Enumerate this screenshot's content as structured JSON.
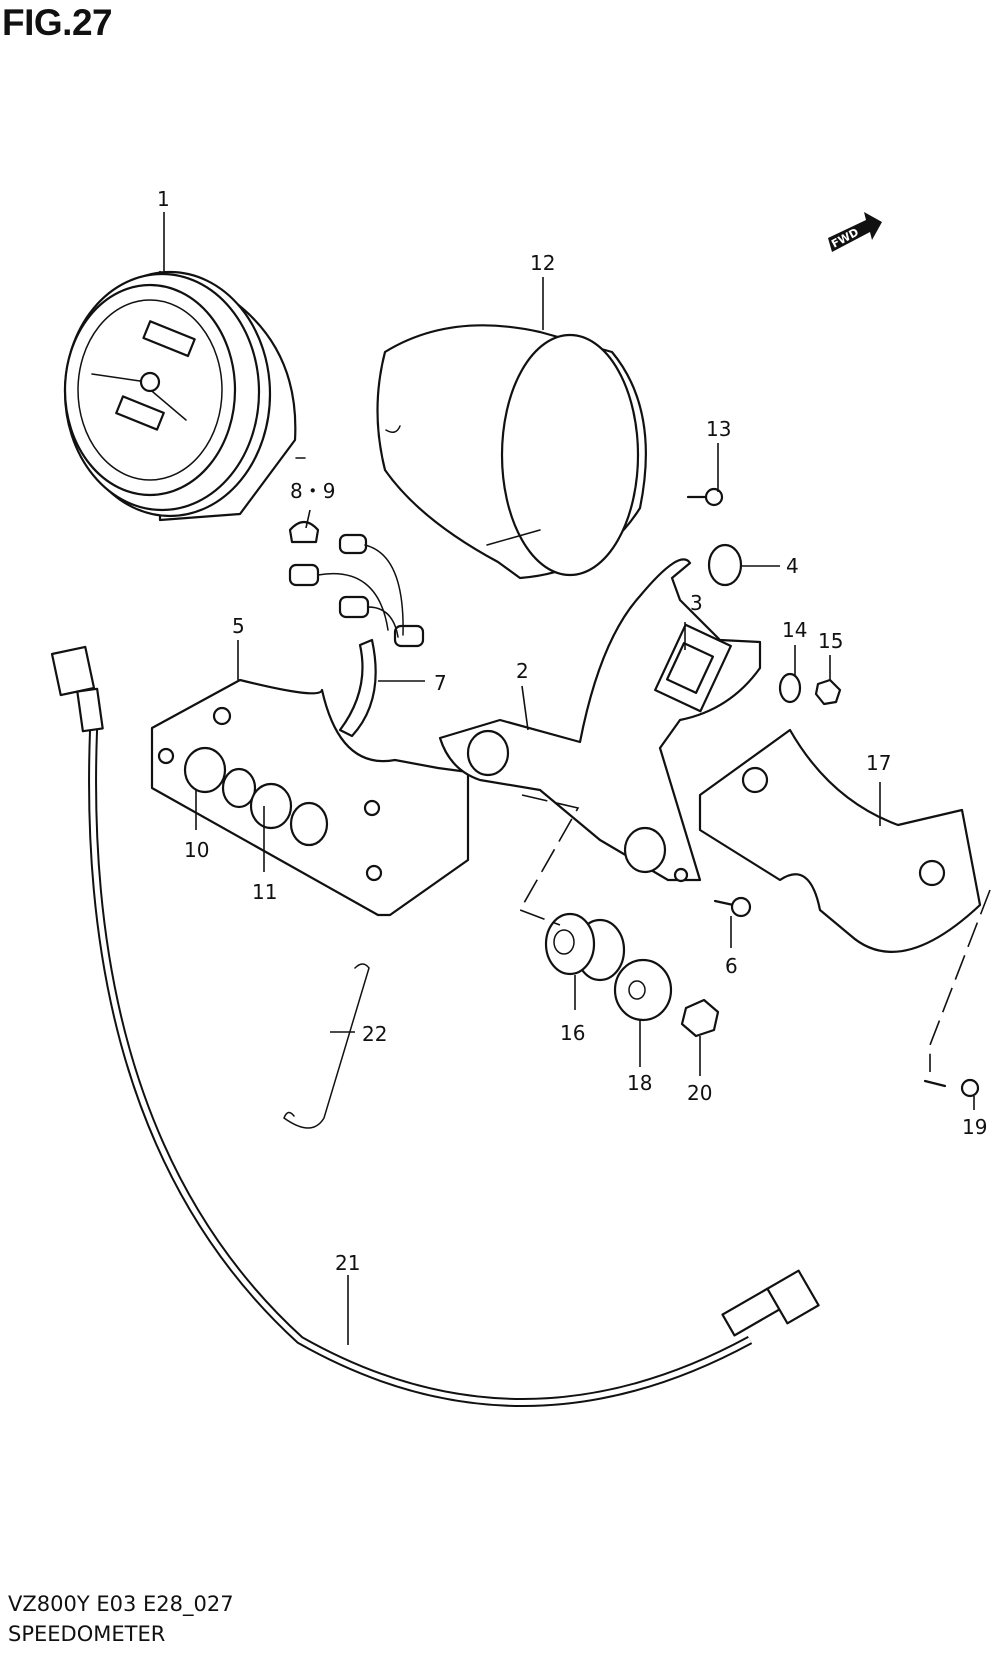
{
  "figure": {
    "title": "FIG.27",
    "model_code": "VZ800Y E03 E28_027",
    "name": "SPEEDOMETER",
    "direction_label": "FWD"
  },
  "callouts": [
    "1",
    "2",
    "3",
    "4",
    "5",
    "6",
    "7",
    "8・9",
    "10",
    "11",
    "12",
    "13",
    "14",
    "15",
    "16",
    "17",
    "18",
    "19",
    "20",
    "21",
    "22"
  ]
}
